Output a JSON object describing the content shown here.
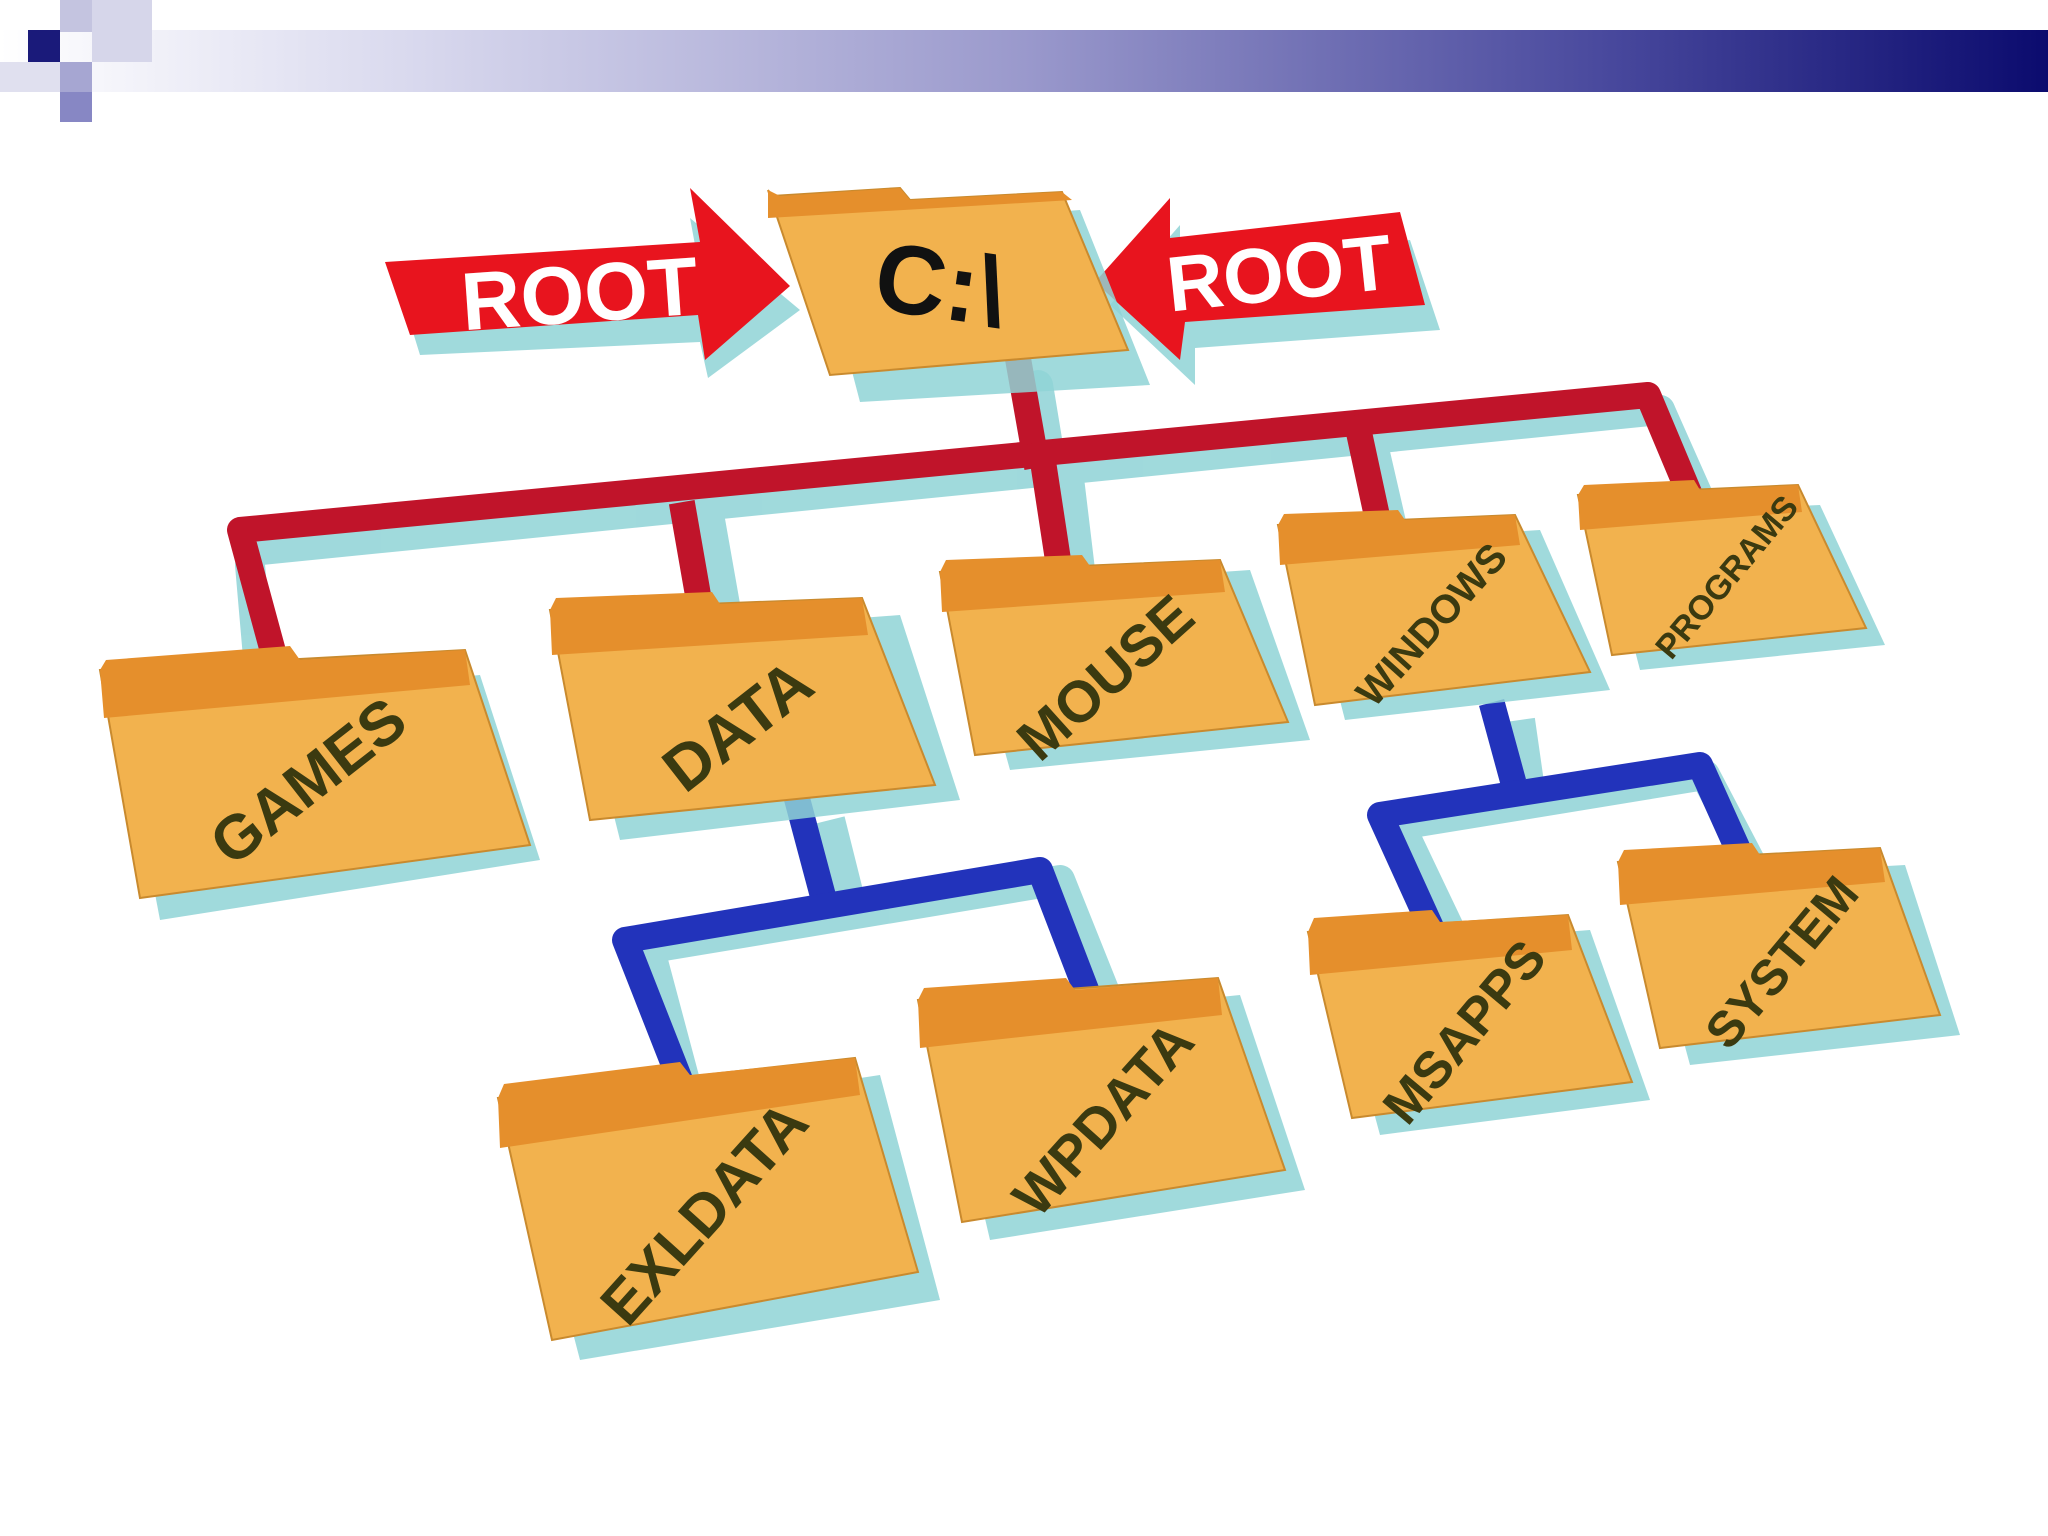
{
  "colors": {
    "folder_fill": "#f2b24e",
    "folder_tab": "#e58f2c",
    "folder_edge": "#c98a2e",
    "folder_text": "#3b3a10",
    "shadow": "#8fd3d6",
    "top_line": "#c0142a",
    "bottom_line": "#2233bb",
    "arrow_red": "#e8141e"
  },
  "root": {
    "drive_label": "C:\\",
    "left_arrow_label": "ROOT",
    "right_arrow_label": "ROOT"
  },
  "folders": {
    "games": "GAMES",
    "data": "DATA",
    "mouse": "MOUSE",
    "windows": "WINDOWS",
    "programs": "PROGRAMS",
    "exldata": "EXLDATA",
    "wpdata": "WPDATA",
    "msapps": "MSAPPS",
    "system": "SYSTEM"
  }
}
